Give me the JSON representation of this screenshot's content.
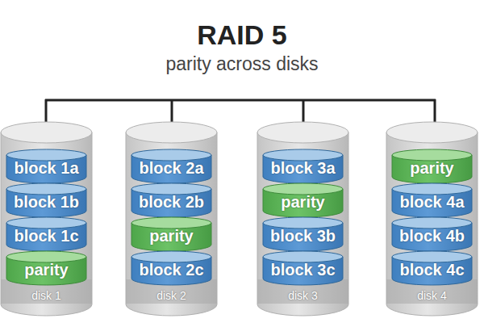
{
  "diagram": {
    "title": "RAID 5",
    "nodes": [
      {
        "text": [
          "disk 1"
        ]
      },
      {
        "text": [
          "block 1a"
        ],
        "in": 0
      },
      {
        "text": [
          "block 1b"
        ],
        "in": 0
      },
      {
        "text": [
          "block 1c"
        ],
        "in": 0
      },
      {
        "text": [
          "parity"
        ],
        "in": 0
      },
      {
        "text": [
          "disk 2"
        ]
      },
      {
        "text": [
          "block 2a"
        ],
        "in": 5
      },
      {
        "text": [
          "block 2b"
        ],
        "in": 5
      },
      {
        "text": [
          "parity"
        ],
        "in": 5
      },
      {
        "text": [
          "block 2c"
        ],
        "in": 5
      },
      {
        "text": [
          "disk 3"
        ]
      },
      {
        "text": [
          "block 3a"
        ],
        "in": 10
      },
      {
        "text": [
          "parity"
        ],
        "in": 10
      },
      {
        "text": [
          "block 3b"
        ],
        "in": 10
      },
      {
        "text": [
          "block 3c"
        ],
        "in": 10
      },
      {
        "text": [
          "disk 4"
        ]
      },
      {
        "text": [
          "parity"
        ],
        "in": 15
      },
      {
        "text": [
          "block 4a"
        ],
        "in": 15
      },
      {
        "text": [
          "block 4b"
        ],
        "in": 15
      },
      {
        "text": [
          "block 4c"
        ],
        "in": 15
      }
    ],
    "labels": [
      "parity across disks"
    ]
  }
}
